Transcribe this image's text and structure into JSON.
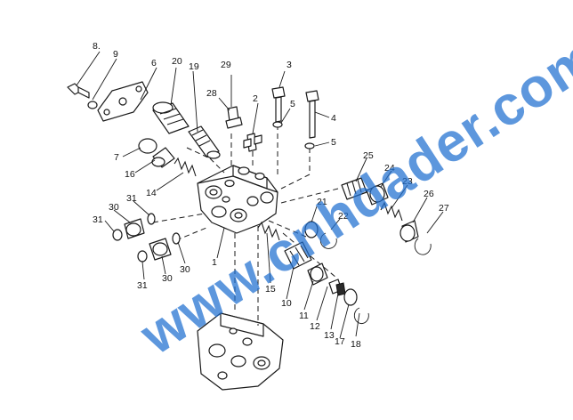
{
  "watermark": "www.cnhdader.com",
  "callouts": {
    "c1": "1",
    "c2": "2",
    "c3": "3",
    "c4": "4",
    "c5a": "5",
    "c5b": "5",
    "c6": "6",
    "c7": "7",
    "c8": "8.",
    "c9": "9",
    "c10": "10",
    "c11": "11",
    "c12": "12",
    "c13": "13",
    "c14": "14",
    "c15": "15",
    "c16": "16",
    "c17": "17",
    "c18": "18",
    "c19": "19",
    "c20": "20",
    "c21": "21",
    "c22": "22",
    "c23": "23",
    "c24": "24",
    "c25": "25",
    "c26": "26",
    "c27": "27",
    "c28": "28",
    "c29": "29",
    "c30a": "30",
    "c30b": "30",
    "c30c": "30",
    "c31a": "31",
    "c31b": "31",
    "c31c": "31"
  }
}
